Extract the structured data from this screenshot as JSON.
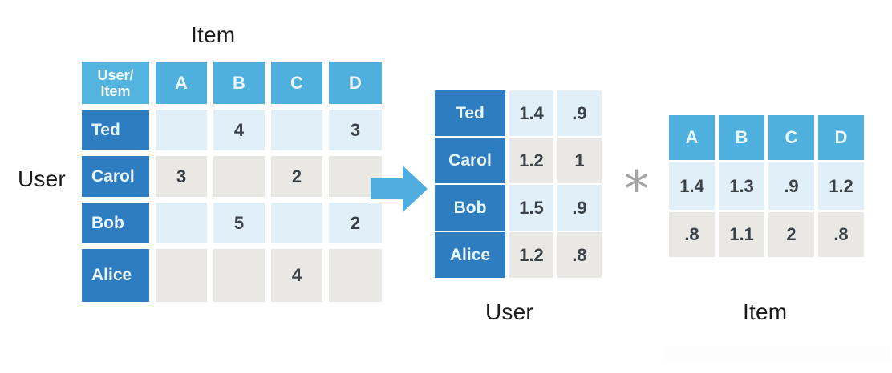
{
  "diagram": {
    "title_labels": {
      "item_top": "Item",
      "user_left": "User",
      "user_bottom": "User",
      "item_bottom": "Item"
    },
    "operators": {
      "arrow": "right-arrow",
      "multiply": "*"
    },
    "colors": {
      "header_blue": "#4fb0de",
      "corner_blue": "#54b4e0",
      "row_label_blue": "#2e7dc0",
      "value_blue": "#e1eff8",
      "value_gray": "#e9e8e5",
      "arrow_blue": "#4faedf",
      "asterisk_gray": "#a3a3a3",
      "text_dark": "#3a4248",
      "label_text": "#1b1b1b"
    }
  },
  "chart_data": {
    "type": "table",
    "title": "Matrix factorization of a user-item rating matrix",
    "matrices": [
      {
        "name": "rating-matrix",
        "corner_label": [
          "User/",
          "Item"
        ],
        "column_headers": [
          "A",
          "B",
          "C",
          "D"
        ],
        "row_labels": [
          "Ted",
          "Carol",
          "Bob",
          "Alice"
        ],
        "rows": [
          [
            "",
            "4",
            "",
            "3"
          ],
          [
            "3",
            "",
            "2",
            ""
          ],
          [
            "",
            "5",
            "",
            "2"
          ],
          [
            "",
            "",
            "4",
            ""
          ]
        ],
        "row_tints": [
          "blue",
          "gray",
          "blue",
          "gray"
        ],
        "xlabel": "Item",
        "ylabel": "User"
      },
      {
        "name": "user-factor-matrix",
        "column_headers": [],
        "row_labels": [
          "Ted",
          "Carol",
          "Bob",
          "Alice"
        ],
        "rows": [
          [
            "1.4",
            ".9"
          ],
          [
            "1.2",
            "1"
          ],
          [
            "1.5",
            ".9"
          ],
          [
            "1.2",
            ".8"
          ]
        ],
        "row_tints": [
          "blue",
          "gray",
          "blue",
          "gray"
        ],
        "xlabel": "User"
      },
      {
        "name": "item-factor-matrix",
        "column_headers": [
          "A",
          "B",
          "C",
          "D"
        ],
        "row_labels": [],
        "rows": [
          [
            "1.4",
            "1.3",
            ".9",
            "1.2"
          ],
          [
            ".8",
            "1.1",
            "2",
            ".8"
          ]
        ],
        "row_tints": [
          "blue",
          "gray"
        ],
        "xlabel": "Item"
      }
    ]
  }
}
